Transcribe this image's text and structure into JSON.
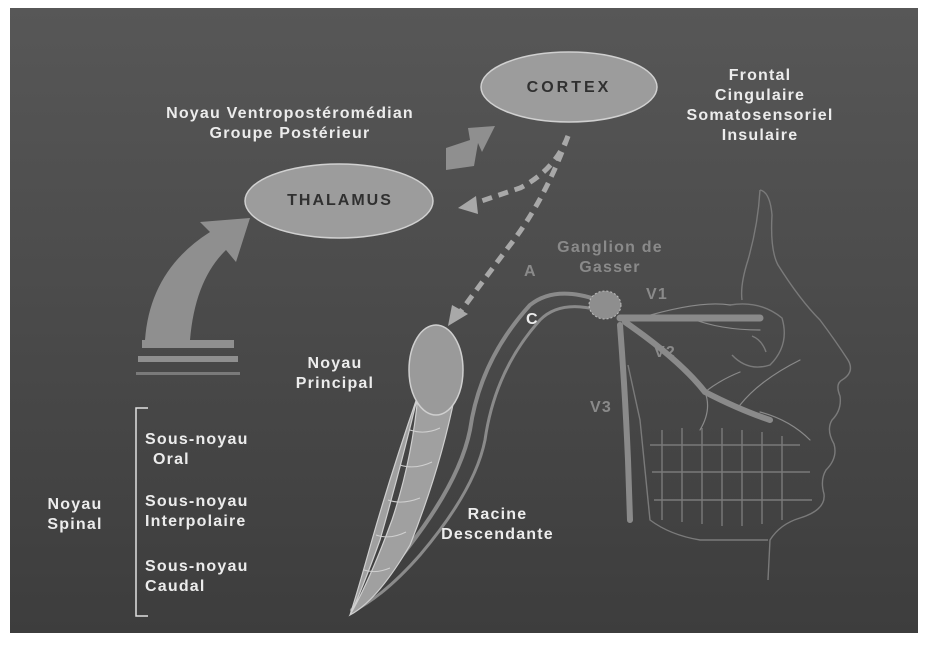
{
  "cortex": {
    "label": "CORTEX",
    "areas": [
      "Frontal",
      "Cingulaire",
      "Somatosensoriel",
      "Insulaire"
    ]
  },
  "thalamus": {
    "label": "THALAMUS",
    "nuclei": [
      "Noyau Ventropostéromédian",
      "Groupe Postérieur"
    ]
  },
  "ganglion": [
    "Ganglion de",
    "Gasser"
  ],
  "fibers": {
    "a": "A",
    "c": "C"
  },
  "branches": {
    "v1": "V1",
    "v2": "V2",
    "v3": "V3"
  },
  "noyau_principal": [
    "Noyau",
    "Principal"
  ],
  "noyau_spinal": {
    "label": [
      "Noyau",
      "Spinal"
    ],
    "subnuclei": [
      [
        "Sous-noyau",
        "Oral"
      ],
      [
        "Sous-noyau",
        "Interpolaire"
      ],
      [
        "Sous-noyau",
        "Caudal"
      ]
    ]
  },
  "racine": [
    "Racine",
    "Descendante"
  ],
  "colors": {
    "background": "#4a4a4a",
    "shape_fill": "#9a9a9a",
    "arrow_fill": "#8f8f8f",
    "text": "#ececec",
    "nerve": "#8a8a8a",
    "face_outline": "#7a7a7a"
  }
}
